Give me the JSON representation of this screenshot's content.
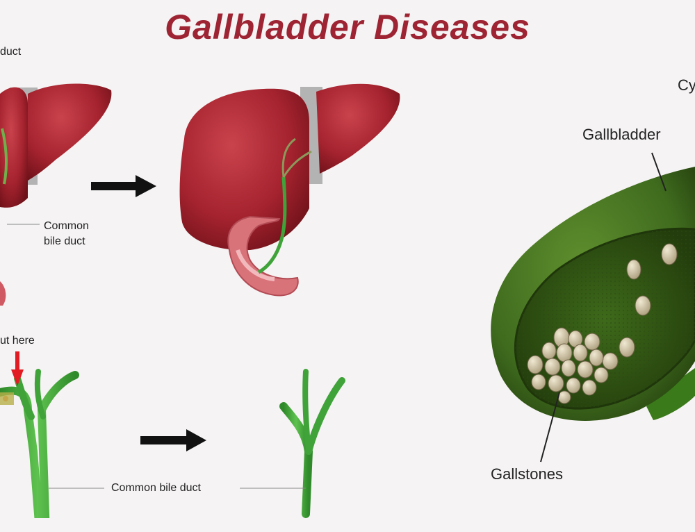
{
  "title": "Gallbladder Diseases",
  "colors": {
    "title": "#9e2433",
    "liver": "#a5232f",
    "duct": "#3fa33a",
    "gallbladder": "#3f6b1e",
    "stones": "#d8cdb2",
    "arrow": "#111111",
    "cut_marker": "#e21b23"
  },
  "labels": {
    "cystic_duct_partial": "duct",
    "common_bile_duct_top": "Common\nbile duct",
    "cut_here_partial": "ut here",
    "common_bile_duct_bottom": "Common bile duct",
    "cystic_partial": "Cy",
    "gallbladder": "Gallbladder",
    "gallstones": "Gallstones"
  },
  "icons": [
    "right-arrow-icon",
    "right-arrow-icon",
    "down-arrow-icon"
  ]
}
